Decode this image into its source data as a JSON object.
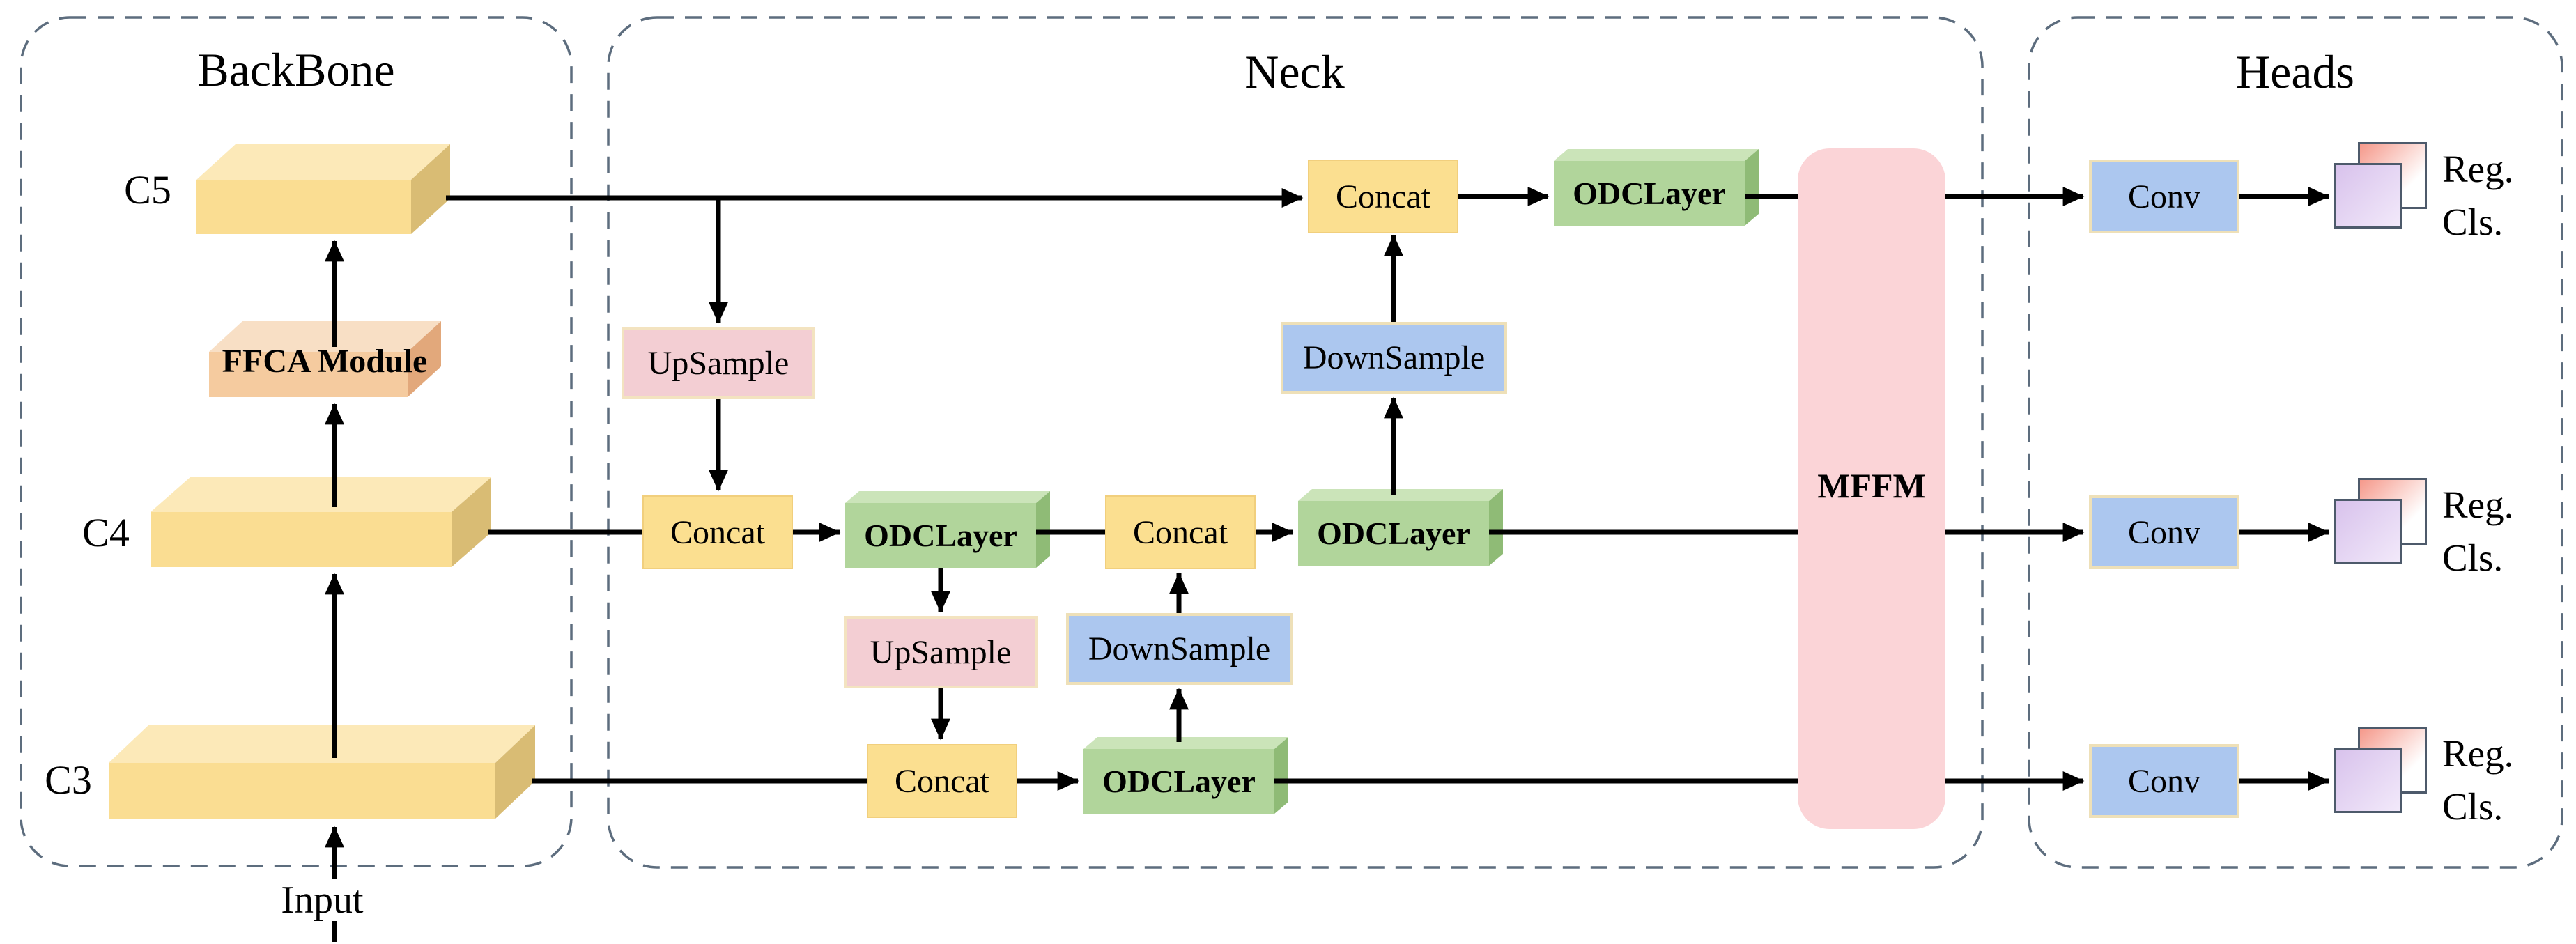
{
  "diagram": {
    "type": "neural-network-architecture",
    "sections": {
      "backbone": {
        "title": "BackBone"
      },
      "neck": {
        "title": "Neck"
      },
      "heads": {
        "title": "Heads"
      }
    },
    "labels": {
      "c5": "C5",
      "c4": "C4",
      "c3": "C3",
      "ffca_module": "FFCA Module",
      "input": "Input",
      "upsample": "UpSample",
      "downsample": "DownSample",
      "concat": "Concat",
      "odclayer": "ODCLayer",
      "mffm": "MFFM",
      "conv": "Conv",
      "reg": "Reg.",
      "cls": "Cls."
    },
    "colors": {
      "feature_box_front": "#fadd92",
      "feature_box_top": "#fce9b8",
      "feature_box_side": "#d9bc74",
      "ffca_front": "#f5cb9f",
      "ffca_top": "#f8dfc5",
      "ffca_side": "#e2a87b",
      "odclayer_front": "#b1d59b",
      "odclayer_top": "#cbe4b9",
      "odclayer_side": "#8fbb76",
      "concat_fill": "#fbdf90",
      "upsample_fill": "#f3ced3",
      "downsample_fill": "#acc7ef",
      "conv_fill": "#acc7ef",
      "mffm_fill": "#fbd4d7",
      "reg_card": "#f5988a",
      "cls_card": "#d8c2ec",
      "dashed_border": "#5d6d7e",
      "arrow": "#000000"
    }
  }
}
